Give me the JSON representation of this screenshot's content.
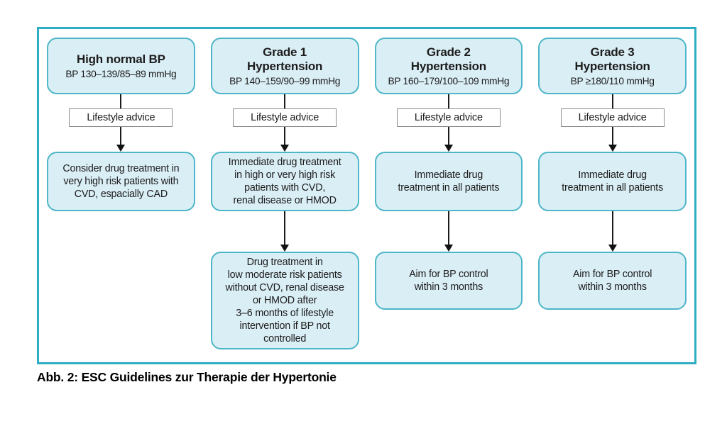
{
  "caption": "Abb. 2: ESC Guidelines zur Therapie der Hypertonie",
  "colors": {
    "frame_border": "#2fadc2",
    "box_fill": "#daeef5",
    "box_border": "#4db6c8",
    "lifestyle_box_border": "#8c8c8c",
    "arrow": "#111111",
    "text": "#1c1c1c"
  },
  "columns": [
    {
      "title": "High normal BP",
      "subtitle": "BP 130–139/85–89 mmHg",
      "lifestyle_label": "Lifestyle advice",
      "treatment": "Consider drug treatment in\nvery high risk patients with\nCVD, espacially CAD",
      "followup": ""
    },
    {
      "title": "Grade 1\nHypertension",
      "subtitle": "BP 140–159/90–99 mmHg",
      "lifestyle_label": "Lifestyle advice",
      "treatment": "Immediate drug treatment\nin high or very high risk\npatients with CVD,\nrenal disease or HMOD",
      "followup": "Drug treatment in\nlow moderate risk patients\nwithout CVD, renal disease\nor HMOD after\n3–6 months of lifestyle\nintervention if BP not\ncontrolled"
    },
    {
      "title": "Grade 2\nHypertension",
      "subtitle": "BP 160–179/100–109 mmHg",
      "lifestyle_label": "Lifestyle advice",
      "treatment": "Immediate drug\ntreatment in all patients",
      "followup": "Aim for BP control\nwithin 3 months"
    },
    {
      "title": "Grade 3\nHypertension",
      "subtitle": "BP ≥180/110 mmHg",
      "lifestyle_label": "Lifestyle advice",
      "treatment": "Immediate drug\ntreatment in all patients",
      "followup": "Aim for BP control\nwithin 3 months"
    }
  ]
}
